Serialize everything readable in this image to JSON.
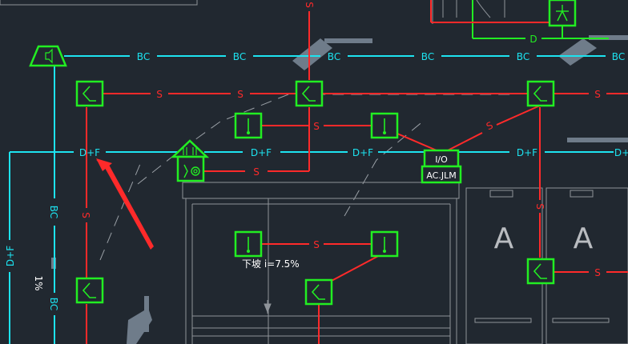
{
  "labels": {
    "bc": "BC",
    "s": "S",
    "d": "D",
    "df": "D+F",
    "one_percent": "1%",
    "ratio_label": "I/O",
    "device_code": "AC.JLM",
    "slope_note": "下坡 i=7.5%",
    "zone_a": "A"
  },
  "colors": {
    "background": "#212830",
    "cable_bc_df": "#1de3f0",
    "cable_s": "#ff2a2a",
    "device_outline": "#22ee22",
    "architecture": "#8e9399",
    "arrow": "#ff2a2a",
    "gray_shape": "#6f7c8a"
  },
  "icons": {
    "speaker": "speaker-icon",
    "smoke_detector": "smoke-detector-icon",
    "manual_alarm_button": "manual-call-point-icon",
    "input_output_module": "io-module-icon",
    "house_module": "house-alarm-icon"
  }
}
